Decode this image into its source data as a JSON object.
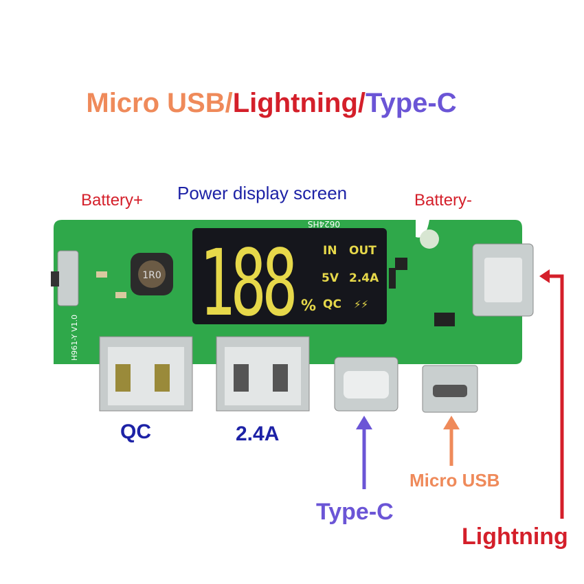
{
  "title": {
    "part1": "Micro USB/",
    "part2": "Lightning/",
    "part3": "Type-C"
  },
  "labels": {
    "battery_plus": "Battery+",
    "power_display": "Power display screen",
    "battery_minus": "Battery-",
    "qc": "QC",
    "port_24a": "2.4A",
    "type_c": "Type-C",
    "micro_usb": "Micro USB",
    "lightning": "Lightning"
  },
  "display": {
    "digits": "188",
    "in": "IN",
    "out": "OUT",
    "volt": "5V",
    "amp": "2.4A",
    "percent": "%",
    "qc": "QC",
    "bolts": "⚡⚡"
  },
  "pcb_marks": {
    "model": "H961-Y V1.0",
    "code": "0624HS",
    "inductor": "1R0"
  },
  "colors": {
    "orange": "#ef8a5a",
    "red": "#d41f2a",
    "purple": "#6b55d6",
    "blue": "#1d22a6",
    "pcb": "#2fa84a",
    "display": "#15161c",
    "segment": "#e6d84a"
  }
}
